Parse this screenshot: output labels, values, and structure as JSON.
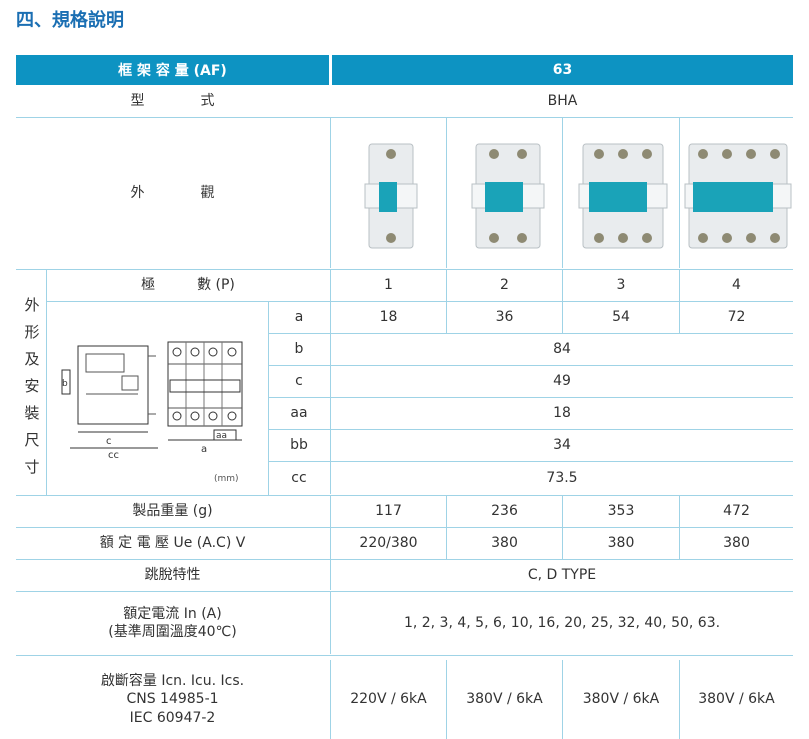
{
  "section_title": "四、規格說明",
  "header": {
    "left": "框 架 容 量 (AF)",
    "right": "63"
  },
  "model": {
    "label": "型　　　　式",
    "value": "BHA"
  },
  "appearance": {
    "label": "外　　　　觀"
  },
  "dimension_group": {
    "label": "外形及安裝尺寸",
    "chars": [
      "外",
      "形",
      "及",
      "安",
      "裝",
      "尺",
      "寸"
    ],
    "unit": "(mm)"
  },
  "diagram_labels": {
    "b": "b",
    "c": "c",
    "cc": "cc",
    "a": "a",
    "aa": "aa"
  },
  "poles": {
    "label": "極　　　數 (P)",
    "values": [
      "1",
      "2",
      "3",
      "4"
    ]
  },
  "dims": {
    "a": {
      "label": "a",
      "values": [
        "18",
        "36",
        "54",
        "72"
      ]
    },
    "b": {
      "label": "b",
      "value": "84"
    },
    "c": {
      "label": "c",
      "value": "49"
    },
    "aa": {
      "label": "aa",
      "value": "18"
    },
    "bb": {
      "label": "bb",
      "value": "34"
    },
    "cc": {
      "label": "cc",
      "value": "73.5"
    }
  },
  "weight": {
    "label": "製品重量 (g)",
    "values": [
      "117",
      "236",
      "353",
      "472"
    ]
  },
  "voltage": {
    "label": "額 定 電 壓 Ue (A.C) V",
    "values": [
      "220/380",
      "380",
      "380",
      "380"
    ]
  },
  "trip": {
    "label": "跳脫特性",
    "value": "C, D TYPE"
  },
  "current": {
    "label_line1": "額定電流 In (A)",
    "label_line2": "(基準周圍溫度40℃)",
    "value": "1, 2, 3, 4, 5, 6, 10, 16, 20, 25, 32, 40, 50, 63."
  },
  "breaking": {
    "label_line1": "啟斷容量 Icn. Icu. Ics.",
    "label_line2": "CNS 14985-1",
    "label_line3": "IEC 60947-2",
    "values": [
      "220V / 6kA",
      "380V / 6kA",
      "380V / 6kA",
      "380V / 6kA"
    ]
  },
  "colors": {
    "header_bg": "#0d93c2",
    "title": "#1b6fb3",
    "rule": "#9fd3e6",
    "breaker_accent": "#1aa3b8"
  }
}
